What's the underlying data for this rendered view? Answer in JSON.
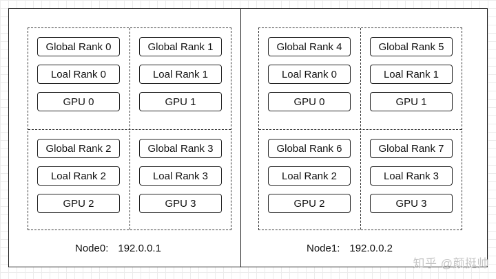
{
  "nodes": [
    {
      "name": "Node0:",
      "ip": "192.0.0.1",
      "gpus": [
        {
          "global_rank": "Global Rank 0",
          "local_rank": "Loal Rank 0",
          "gpu": "GPU 0"
        },
        {
          "global_rank": "Global Rank 1",
          "local_rank": "Loal Rank 1",
          "gpu": "GPU 1"
        },
        {
          "global_rank": "Global Rank 2",
          "local_rank": "Loal Rank 2",
          "gpu": "GPU 2"
        },
        {
          "global_rank": "Global Rank 3",
          "local_rank": "Loal Rank 3",
          "gpu": "GPU 3"
        }
      ]
    },
    {
      "name": "Node1:",
      "ip": "192.0.0.2",
      "gpus": [
        {
          "global_rank": "Global Rank 4",
          "local_rank": "Loal Rank 0",
          "gpu": "GPU 0"
        },
        {
          "global_rank": "Global Rank 5",
          "local_rank": "Loal Rank 1",
          "gpu": "GPU 1"
        },
        {
          "global_rank": "Global Rank 6",
          "local_rank": "Loal Rank 2",
          "gpu": "GPU 2"
        },
        {
          "global_rank": "Global Rank 7",
          "local_rank": "Loal Rank 3",
          "gpu": "GPU 3"
        }
      ]
    }
  ],
  "watermark": "知乎 @颜挺帅"
}
